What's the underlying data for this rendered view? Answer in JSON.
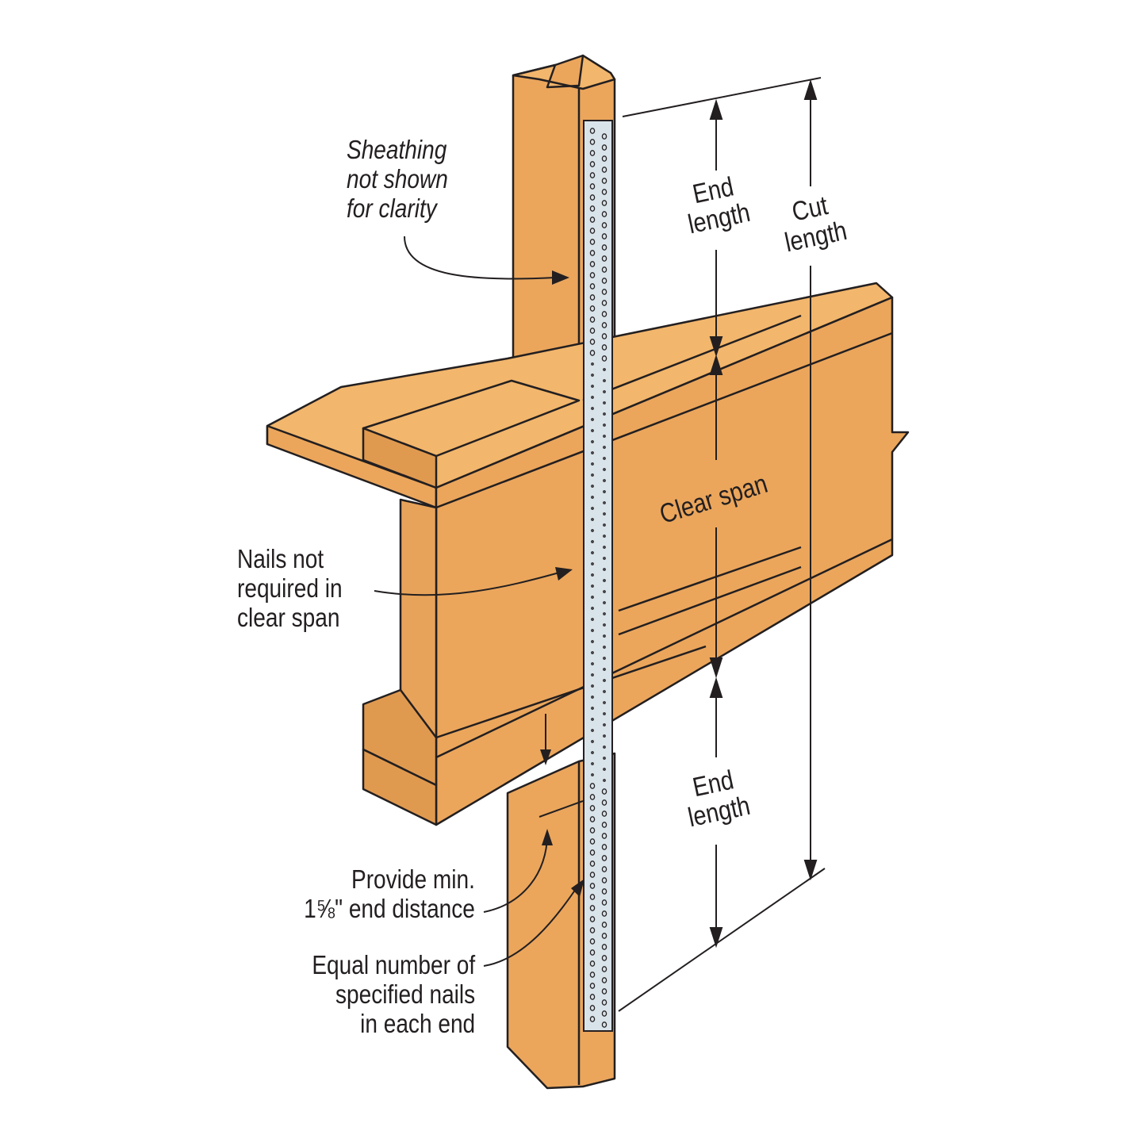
{
  "labels": {
    "sheathing": [
      "Sheathing",
      "not shown",
      "for clarity"
    ],
    "nails_not_required": [
      "Nails not",
      "required in",
      "clear span"
    ],
    "end_distance": [
      "Provide min.",
      "1⅝\" end distance"
    ],
    "equal_nails": [
      "Equal number of",
      "specified nails",
      "in each end"
    ]
  },
  "dimensions": {
    "end_length_top": [
      "End",
      "length"
    ],
    "cut_length": [
      "Cut",
      "length"
    ],
    "clear_span": "Clear span",
    "end_length_bottom": [
      "End",
      "length"
    ]
  },
  "colors": {
    "wood": "#EBA65C",
    "wood_light": "#F2B66C",
    "strap": "#D9E3EA",
    "line": "#231F20"
  }
}
